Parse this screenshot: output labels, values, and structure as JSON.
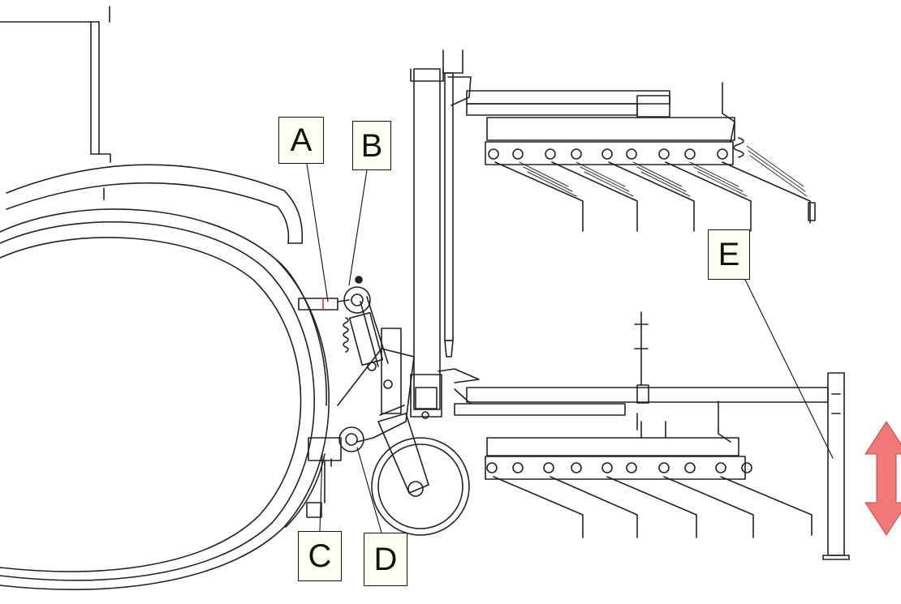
{
  "labels": {
    "a": "A",
    "b": "B",
    "c": "C",
    "d": "D",
    "e": "E"
  },
  "icons": {
    "motion_indicator": "vertical-double-arrow-icon"
  },
  "colors": {
    "line": "#222222",
    "callout_fill": "#fffef2",
    "arrow_fill": "#f27777",
    "arrow_stroke": "#c24a4a"
  }
}
